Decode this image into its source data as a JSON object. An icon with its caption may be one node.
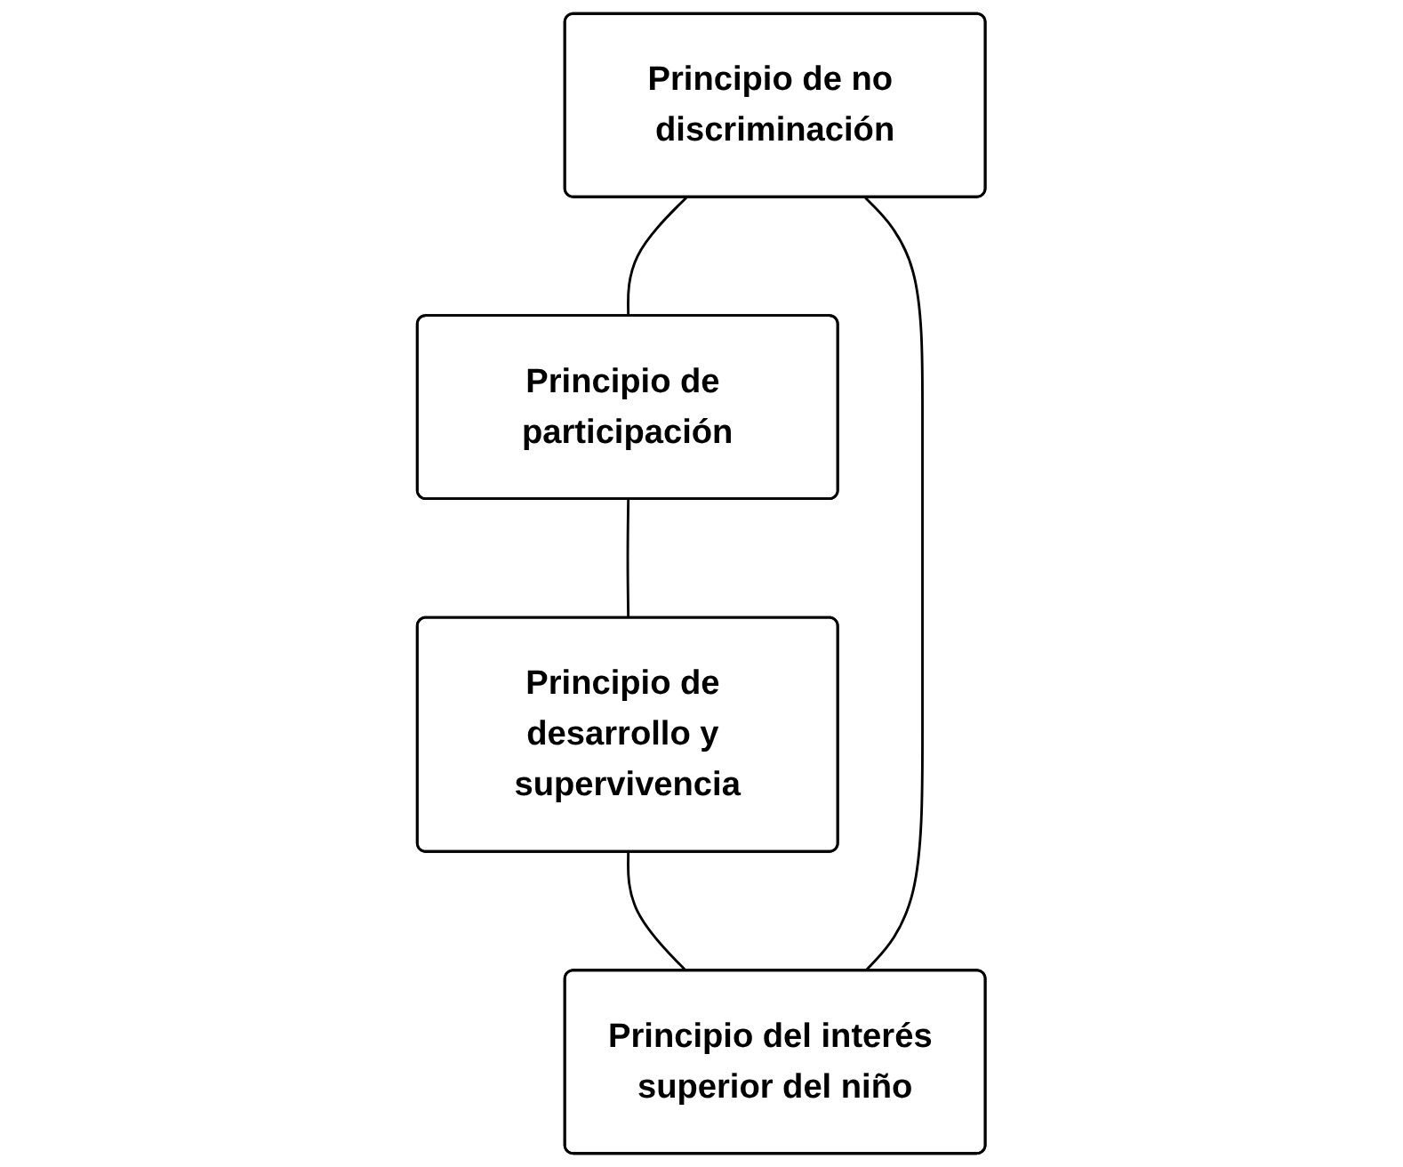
{
  "diagram": {
    "nodes": [
      {
        "text": [
          "Principio de no discriminación"
        ]
      },
      {
        "text": [
          "Principio del interés superior del niño"
        ]
      },
      {
        "text": [
          "Principio de participación"
        ]
      },
      {
        "text": [
          "Principio de desarrollo y supervivencia"
        ]
      }
    ],
    "edges": [
      {
        "from": 0,
        "to": 2,
        "arrow": "none"
      },
      {
        "from": 2,
        "to": 3,
        "arrow": "none"
      },
      {
        "from": 3,
        "to": 1,
        "arrow": "none"
      },
      {
        "from": 1,
        "to": 0,
        "arrow": "none"
      }
    ]
  }
}
